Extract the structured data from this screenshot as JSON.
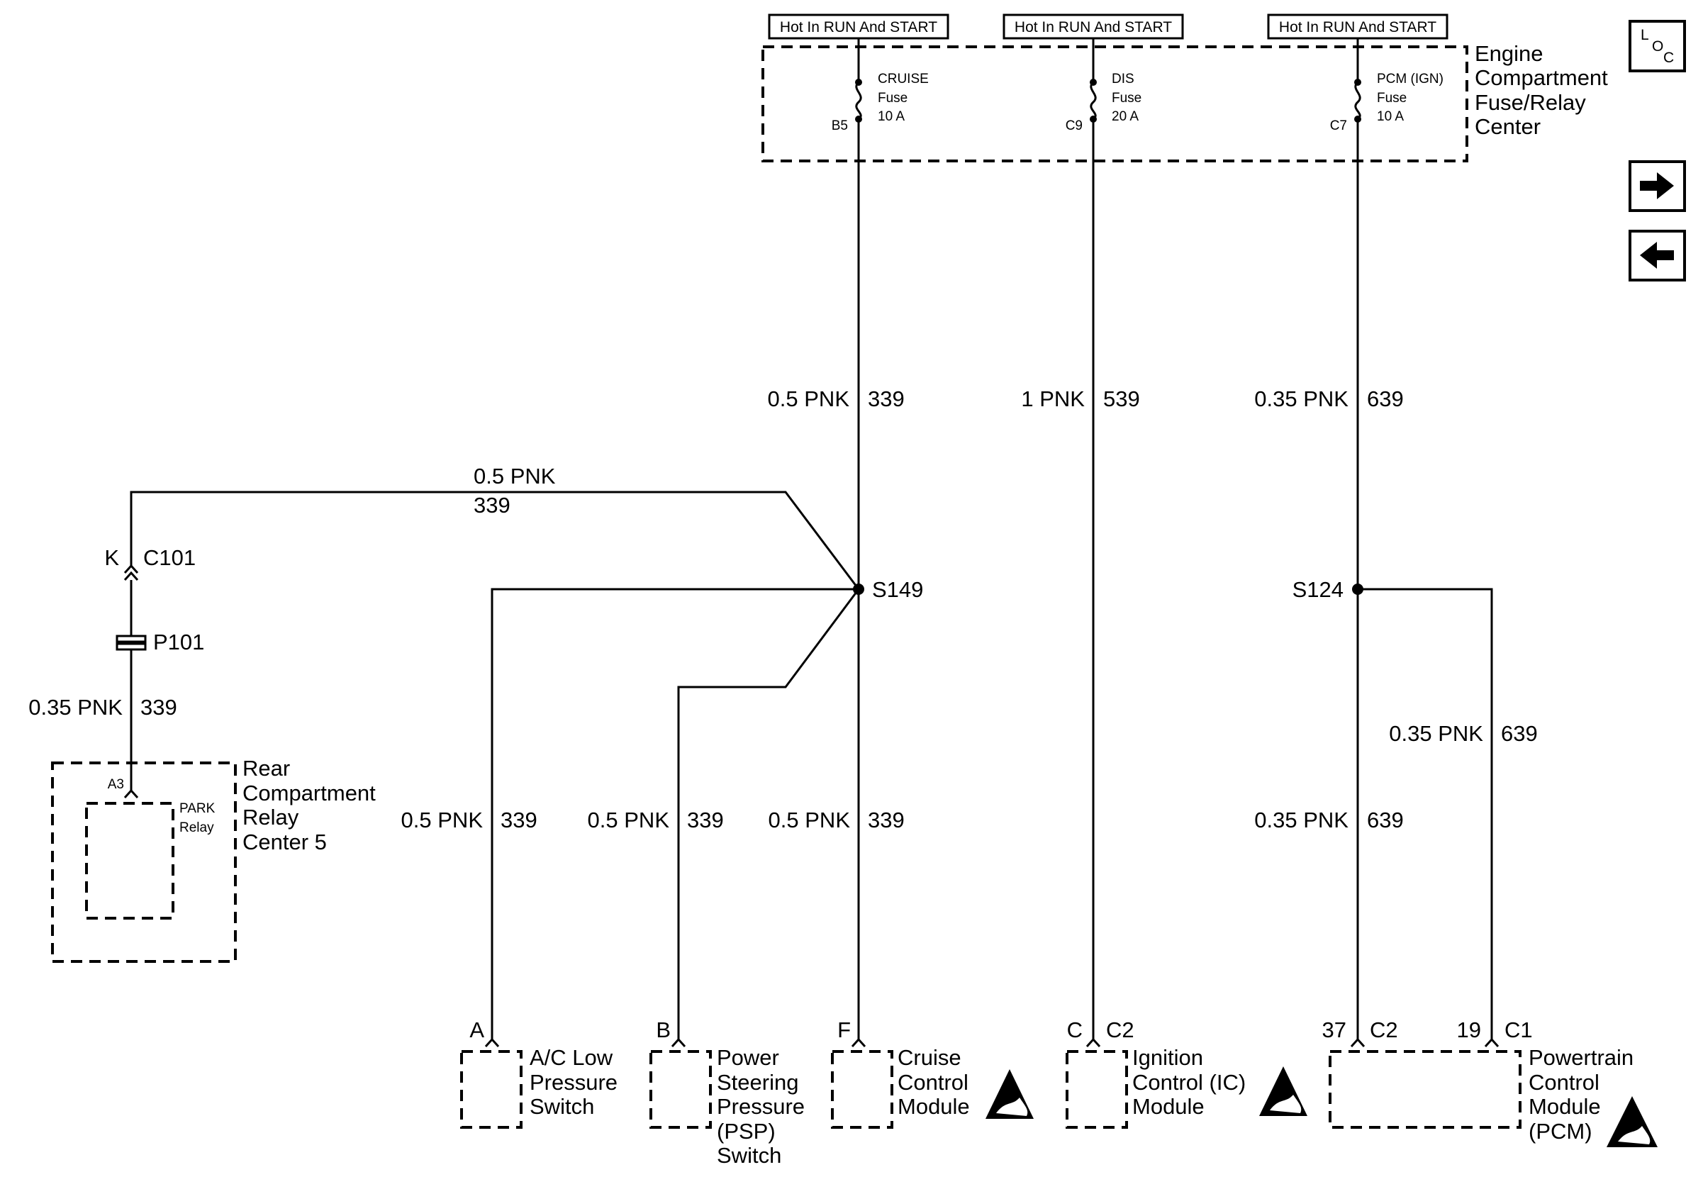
{
  "hot_labels": [
    "Hot In RUN And START",
    "Hot In RUN And START",
    "Hot In RUN And START"
  ],
  "fuse_block": {
    "title_lines": [
      "Engine",
      "Compartment",
      "Fuse/Relay",
      "Center"
    ],
    "fuses": [
      {
        "name": "CRUISE",
        "type": "Fuse",
        "rating": "10 A",
        "pin": "B5"
      },
      {
        "name": "DIS",
        "type": "Fuse",
        "rating": "20 A",
        "pin": "C9"
      },
      {
        "name": "PCM (IGN)",
        "type": "Fuse",
        "rating": "10 A",
        "pin": "C7"
      }
    ]
  },
  "nav": {
    "loc_top": "L",
    "loc_o": "O",
    "loc_c": "C",
    "next_arrow": "right-arrow",
    "prev_arrow": "left-arrow"
  },
  "wires": {
    "cruise_main": {
      "gauge": "0.5 PNK",
      "circuit": "339"
    },
    "dis_main": {
      "gauge": "1 PNK",
      "circuit": "539"
    },
    "pcm_main": {
      "gauge": "0.35 PNK",
      "circuit": "639"
    },
    "park_branch": {
      "gauge": "0.5 PNK",
      "circuit": "339"
    },
    "park_lower": {
      "gauge": "0.35 PNK",
      "circuit": "339"
    },
    "ac_wire": {
      "gauge": "0.5 PNK",
      "circuit": "339"
    },
    "psp_wire": {
      "gauge": "0.5 PNK",
      "circuit": "339"
    },
    "ccm_wire": {
      "gauge": "0.5 PNK",
      "circuit": "339"
    },
    "pcm_c2_wire": {
      "gauge": "0.35 PNK",
      "circuit": "639"
    },
    "pcm_c1_wire": {
      "gauge": "0.35 PNK",
      "circuit": "639"
    }
  },
  "splices": {
    "s149": "S149",
    "s124": "S124"
  },
  "connectors": {
    "c101_pin": "K",
    "c101": "C101",
    "p101": "P101"
  },
  "rear_relay": {
    "pin": "A3",
    "relay_lines": [
      "PARK",
      "Relay"
    ],
    "title_lines": [
      "Rear",
      "Compartment",
      "Relay",
      "Center 5"
    ]
  },
  "components": [
    {
      "pin": "A",
      "conn": "",
      "lines": [
        "A/C Low",
        "Pressure",
        "Switch"
      ]
    },
    {
      "pin": "B",
      "conn": "",
      "lines": [
        "Power",
        "Steering",
        "Pressure",
        "(PSP)",
        "Switch"
      ]
    },
    {
      "pin": "F",
      "conn": "",
      "lines": [
        "Cruise",
        "Control",
        "Module"
      ]
    },
    {
      "pin": "C",
      "conn": "C2",
      "lines": [
        "Ignition",
        "Control (IC)",
        "Module"
      ]
    },
    {
      "pin": "37",
      "conn": "C2",
      "pin2": "19",
      "conn2": "C1",
      "lines": [
        "Powertrain",
        "Control",
        "Module",
        "(PCM)"
      ]
    }
  ]
}
